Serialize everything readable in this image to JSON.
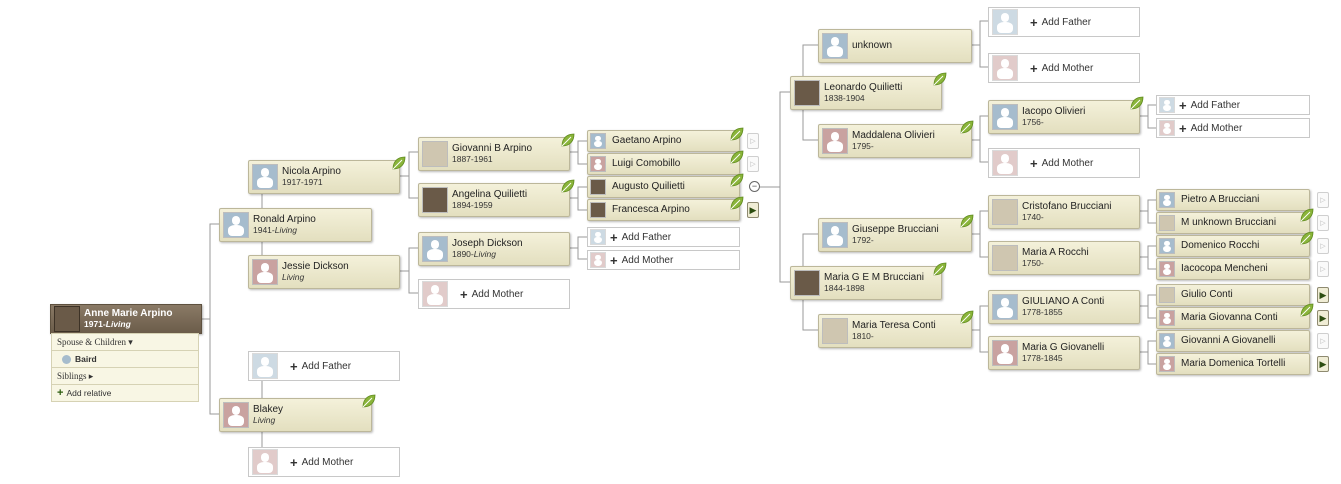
{
  "root": {
    "name": "Anne Marie Arpino",
    "dates_prefix": "1971-",
    "dates_living": "Living"
  },
  "panel": {
    "spouse_children": "Spouse & Children ▾",
    "spouse": "Baird",
    "siblings": "Siblings ▸",
    "add_relative": "Add relative"
  },
  "people": {
    "ronald": {
      "name": "Ronald Arpino",
      "dates": "1941-",
      "living": "Living"
    },
    "blakey": {
      "name": "Blakey",
      "living": "Living"
    },
    "nicola": {
      "name": "Nicola Arpino",
      "dates": "1917-1971"
    },
    "jessie": {
      "name": "Jessie Dickson",
      "living": "Living"
    },
    "giovanni_b": {
      "name": "Giovanni B Arpino",
      "dates": "1887-1961"
    },
    "angelina": {
      "name": "Angelina Quilietti",
      "dates": "1894-1959"
    },
    "joseph": {
      "name": "Joseph Dickson",
      "dates": "1890-",
      "living": "Living"
    },
    "gaetano": {
      "name": "Gaetano Arpino"
    },
    "luigi": {
      "name": "Luigi Comobillo"
    },
    "augusto": {
      "name": "Augusto Quilietti"
    },
    "francesca": {
      "name": "Francesca Arpino"
    },
    "unknown": {
      "name": "unknown"
    },
    "leonardo": {
      "name": "Leonardo Quilietti",
      "dates": "1838-1904"
    },
    "maddalena": {
      "name": "Maddalena Olivieri",
      "dates": "1795-"
    },
    "giuseppe": {
      "name": "Giuseppe Brucciani",
      "dates": "1792-"
    },
    "maria_gem": {
      "name": "Maria G E M Brucciani",
      "dates": "1844-1898"
    },
    "maria_teresa": {
      "name": "Maria Teresa Conti",
      "dates": "1810-"
    },
    "iacopo": {
      "name": "Iacopo Olivieri",
      "dates": "1756-"
    },
    "cristofano": {
      "name": "Cristofano Brucciani",
      "dates": "1740-"
    },
    "maria_rocchi": {
      "name": "Maria A Rocchi",
      "dates": "1750-"
    },
    "giuliano": {
      "name": "GIULIANO A Conti",
      "dates": "1778-1855"
    },
    "maria_giovanelli": {
      "name": "Maria G Giovanelli",
      "dates": "1778-1845"
    },
    "pietro": {
      "name": "Pietro A Brucciani"
    },
    "m_unknown": {
      "name": "M unknown Brucciani"
    },
    "domenico": {
      "name": "Domenico Rocchi"
    },
    "iacocopa": {
      "name": "Iacocopa Mencheni"
    },
    "giulio": {
      "name": "Giulio Conti"
    },
    "maria_giovanna": {
      "name": "Maria Giovanna Conti"
    },
    "giovanni_a": {
      "name": "Giovanni A Giovanelli"
    },
    "maria_domenica": {
      "name": "Maria Domenica Tortelli"
    }
  },
  "labels": {
    "add_father": "Add Father",
    "add_mother": "Add Mother"
  },
  "colors": {
    "male_silhouette": "#a6bccd",
    "female_silhouette": "#c9a2a0",
    "card_bg": "#ece8cc",
    "root_bg": "#7a6a56",
    "leaf": "#8ab43a"
  },
  "icons": {
    "hint": "leaf-icon",
    "expand": "expand-arrow-icon",
    "collapse": "collapse-icon"
  }
}
